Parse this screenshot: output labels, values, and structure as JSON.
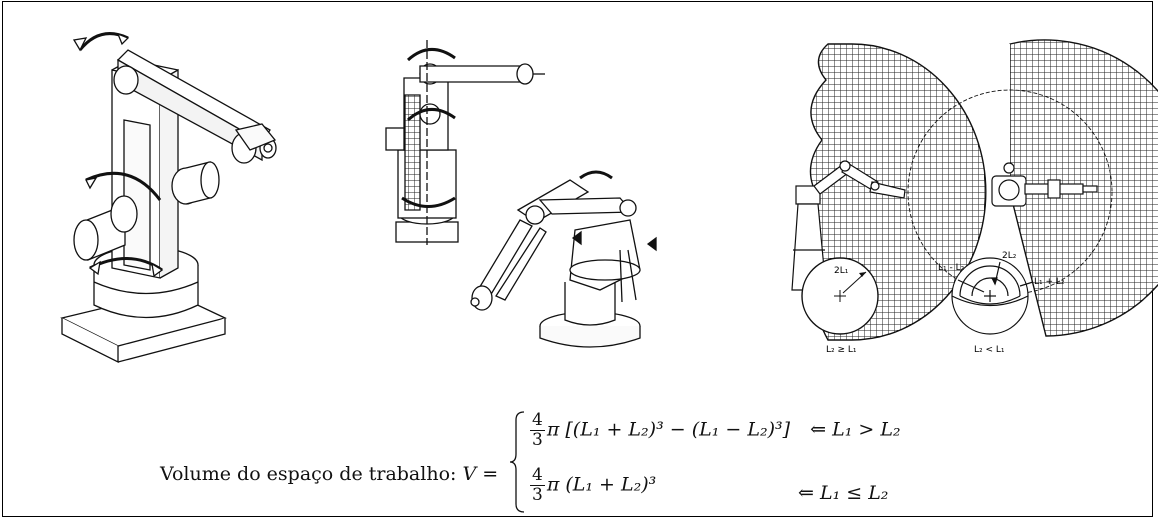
{
  "labels": {
    "circle_radius_left": "2L₁",
    "caption_left": "L₂ ≥ L₁",
    "radius_inner_right": "2L₂",
    "label_minus": "L₁ - L₂",
    "label_plus": "L₁ + L₂",
    "caption_right": "L₂ < L₁"
  },
  "formula": {
    "prefix": "Volume do espaço de trabalho:",
    "lhs": "V",
    "equals": "=",
    "case1_frac_num": "4",
    "case1_frac_den": "3",
    "case1_pi": "π",
    "case1_body": "[(L₁ + L₂)³ − (L₁ − L₂)³]",
    "case1_cond": "⇐ L₁ > L₂",
    "case2_frac_num": "4",
    "case2_frac_den": "3",
    "case2_pi": "π",
    "case2_body": "(L₁ + L₂)³",
    "case2_cond": "⇐ L₁ ≤ L₂"
  }
}
